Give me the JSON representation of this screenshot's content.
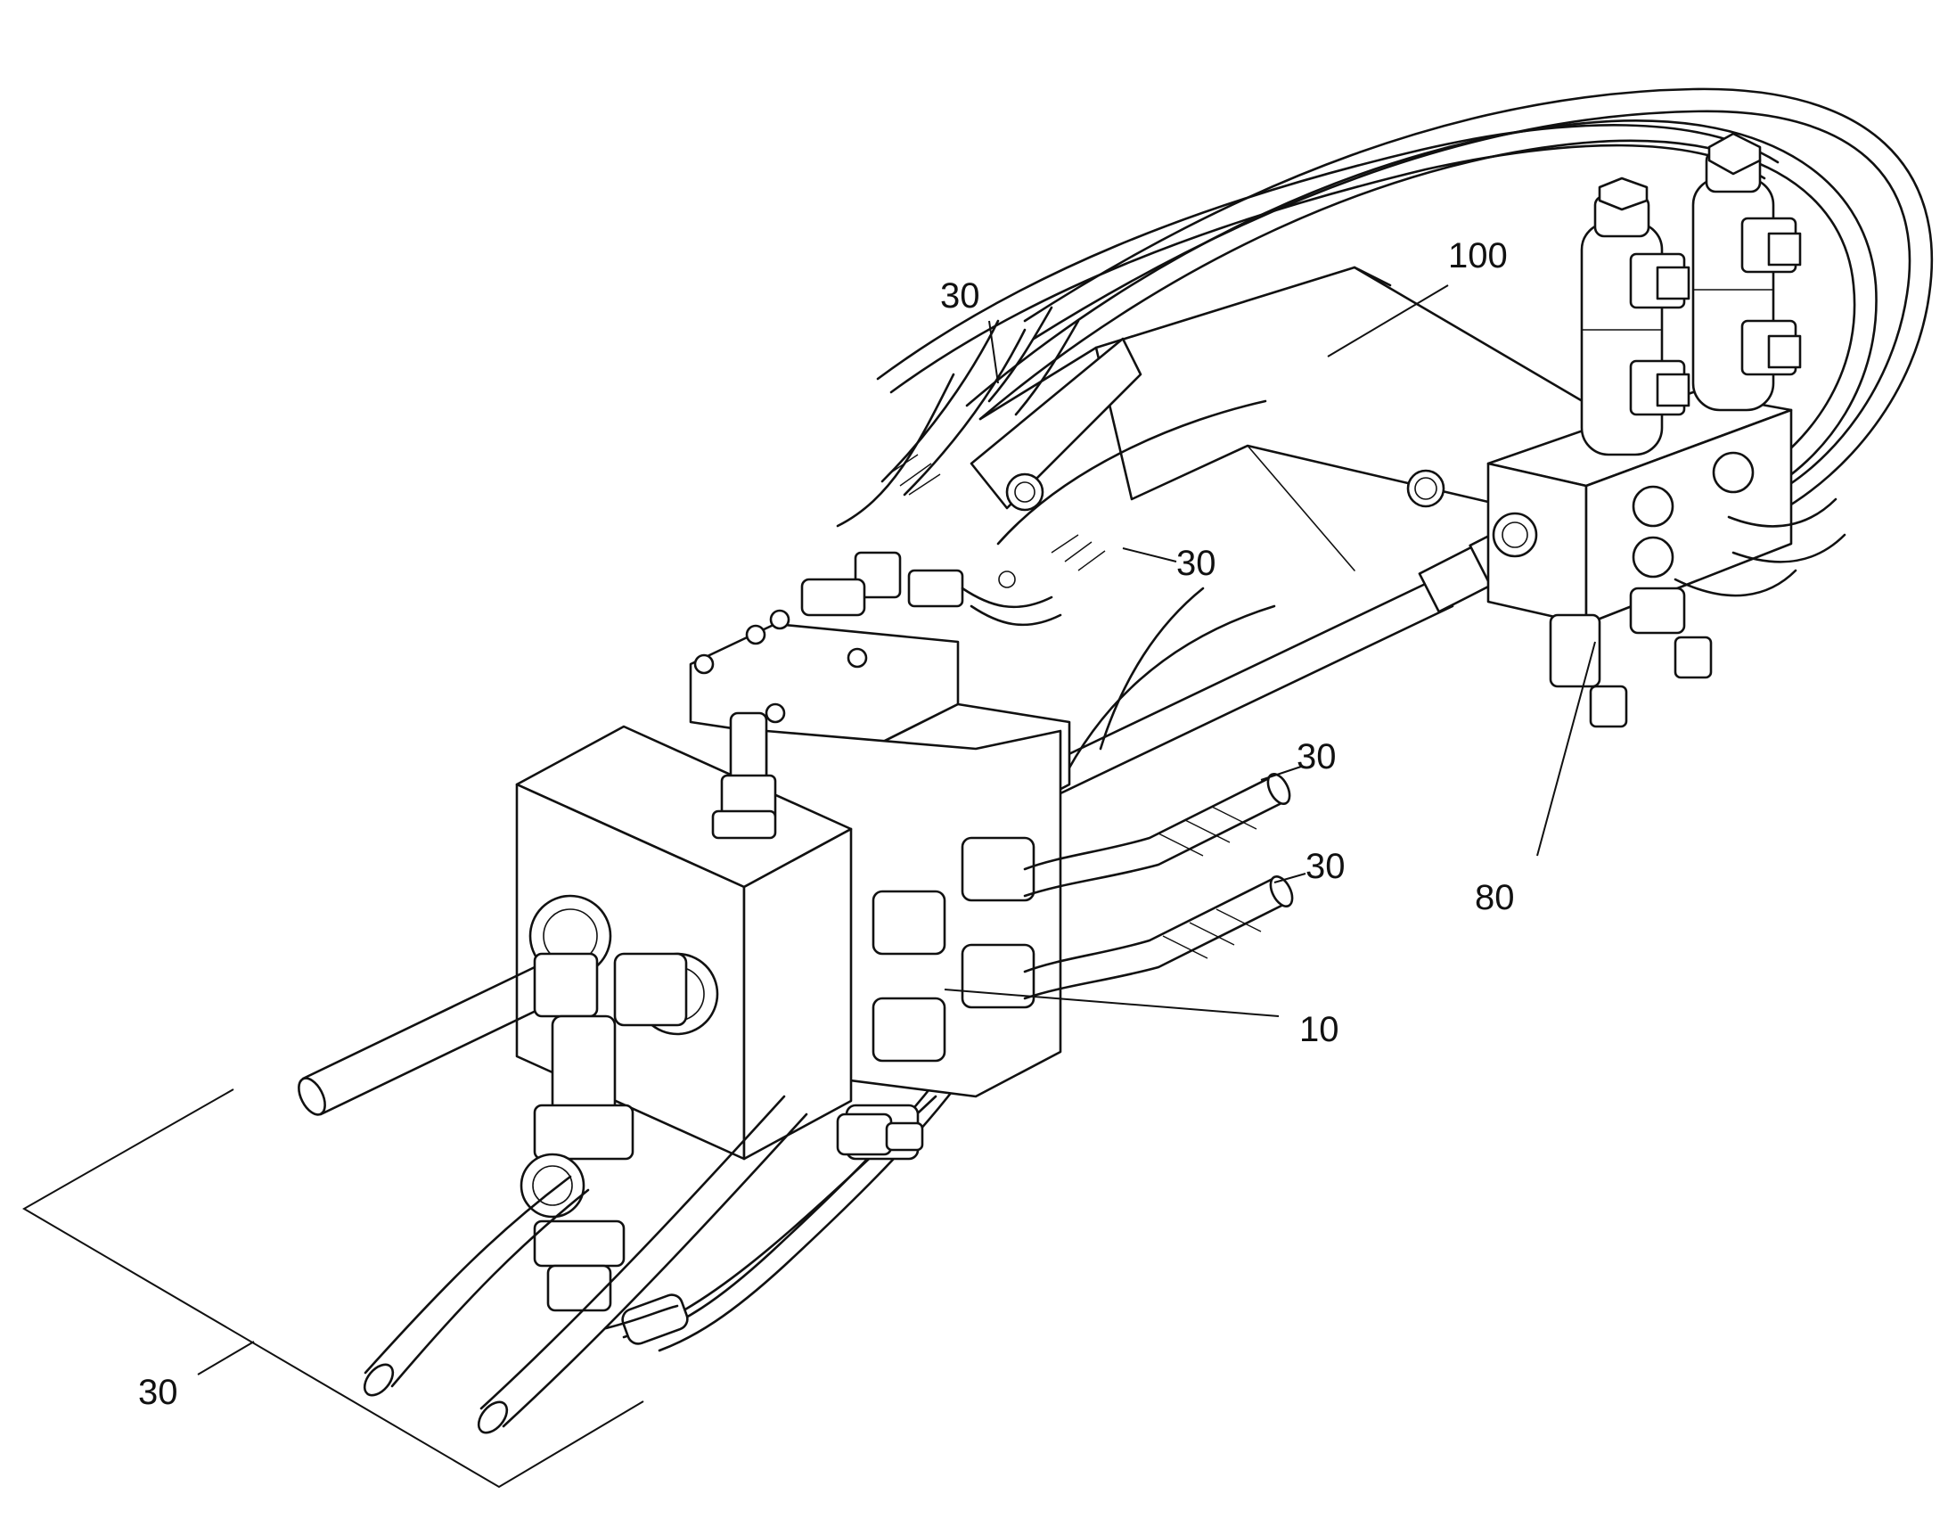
{
  "figure": {
    "background": "#ffffff",
    "line_color": "#111111"
  },
  "labels": {
    "hose_top": "30",
    "hose_middle": "30",
    "hose_right_upper": "30",
    "hose_right_lower": "30",
    "hose_bottom_group": "30",
    "mounting_plate": "100",
    "valve_body": "10",
    "control_valve": "80"
  }
}
